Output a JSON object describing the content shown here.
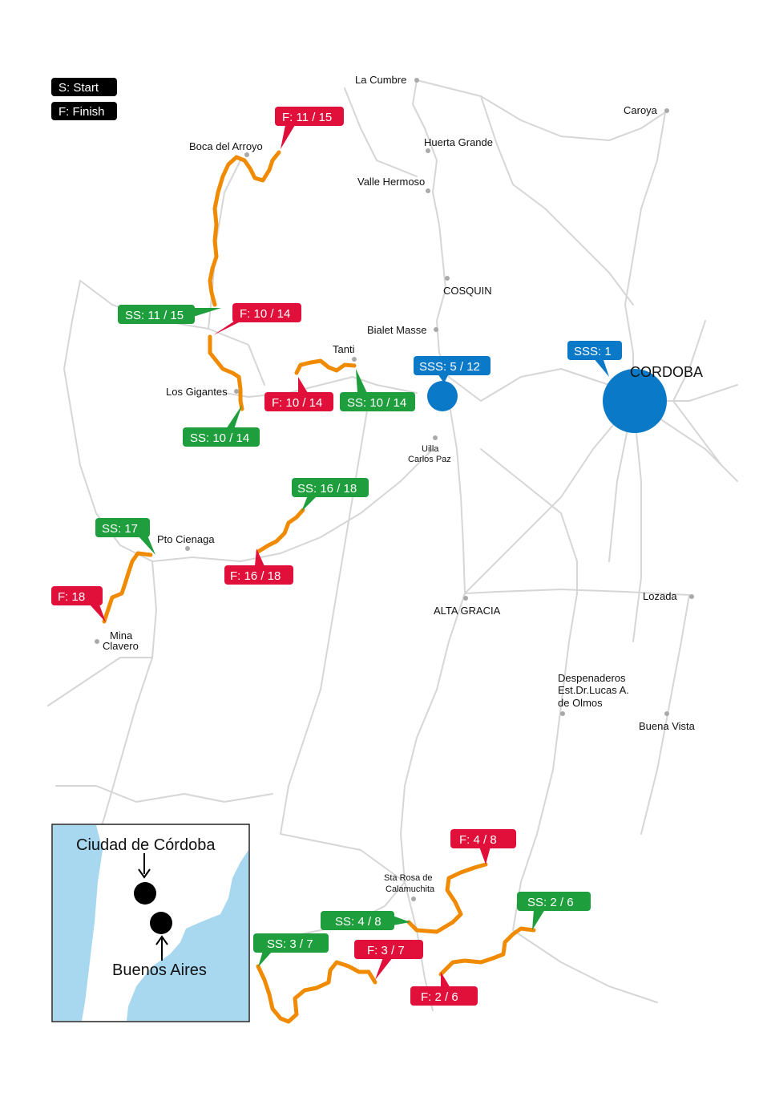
{
  "legend": [
    {
      "label": "S: Start"
    },
    {
      "label": "F: Finish"
    }
  ],
  "colors": {
    "ss": "#1e9e3c",
    "finish": "#e0103a",
    "sss": "#0a79c8",
    "stage_route": "#f08a00",
    "road": "#d6d6d6",
    "water": "#a8d8f0"
  },
  "towns": [
    {
      "name": "La Cumbre"
    },
    {
      "name": "Caroya"
    },
    {
      "name": "Huerta Grande"
    },
    {
      "name": "Boca del Arroyo"
    },
    {
      "name": "Valle Hermoso"
    },
    {
      "name": "COSQUIN"
    },
    {
      "name": "Bialet Masse"
    },
    {
      "name": "Tanti"
    },
    {
      "name": "CORDOBA"
    },
    {
      "name": "Los Gigantes"
    },
    {
      "name": "Uilla"
    },
    {
      "name": "Carlos Paz"
    },
    {
      "name": "Pto Cienaga"
    },
    {
      "name": "ALTA GRACIA"
    },
    {
      "name": "Lozada"
    },
    {
      "name": "Mina"
    },
    {
      "name": "Clavero"
    },
    {
      "name": "Despenaderos"
    },
    {
      "name": "Est.Dr.Lucas A."
    },
    {
      "name": "de Olmos"
    },
    {
      "name": "Buena Vista"
    },
    {
      "name": "Sta Rosa de"
    },
    {
      "name": "Calamuchita"
    }
  ],
  "markers": [
    {
      "label": "F: 11 / 15",
      "kind": "finish"
    },
    {
      "label": "SS: 11 / 15",
      "kind": "ss"
    },
    {
      "label": "F:  10 / 14",
      "kind": "finish"
    },
    {
      "label": "F:  10 / 14",
      "kind": "finish"
    },
    {
      "label": "SS: 10 / 14",
      "kind": "ss"
    },
    {
      "label": "SS: 10 / 14",
      "kind": "ss"
    },
    {
      "label": "SSS: 5 / 12",
      "kind": "sss"
    },
    {
      "label": "SSS: 1",
      "kind": "sss"
    },
    {
      "label": "SS:  16 / 18",
      "kind": "ss"
    },
    {
      "label": "SS:  17",
      "kind": "ss"
    },
    {
      "label": "F:  16 / 18",
      "kind": "finish"
    },
    {
      "label": "F:  18",
      "kind": "finish"
    },
    {
      "label": "F:  4 / 8",
      "kind": "finish"
    },
    {
      "label": "SS: 2 / 6",
      "kind": "ss"
    },
    {
      "label": "SS: 4 / 8",
      "kind": "ss"
    },
    {
      "label": "SS: 3 / 7",
      "kind": "ss"
    },
    {
      "label": "F:  3 / 7",
      "kind": "finish"
    },
    {
      "label": "F:  2 / 6",
      "kind": "finish"
    }
  ],
  "inset": {
    "city_top": "Ciudad de Córdoba",
    "city_bottom": "Buenos Aires"
  }
}
